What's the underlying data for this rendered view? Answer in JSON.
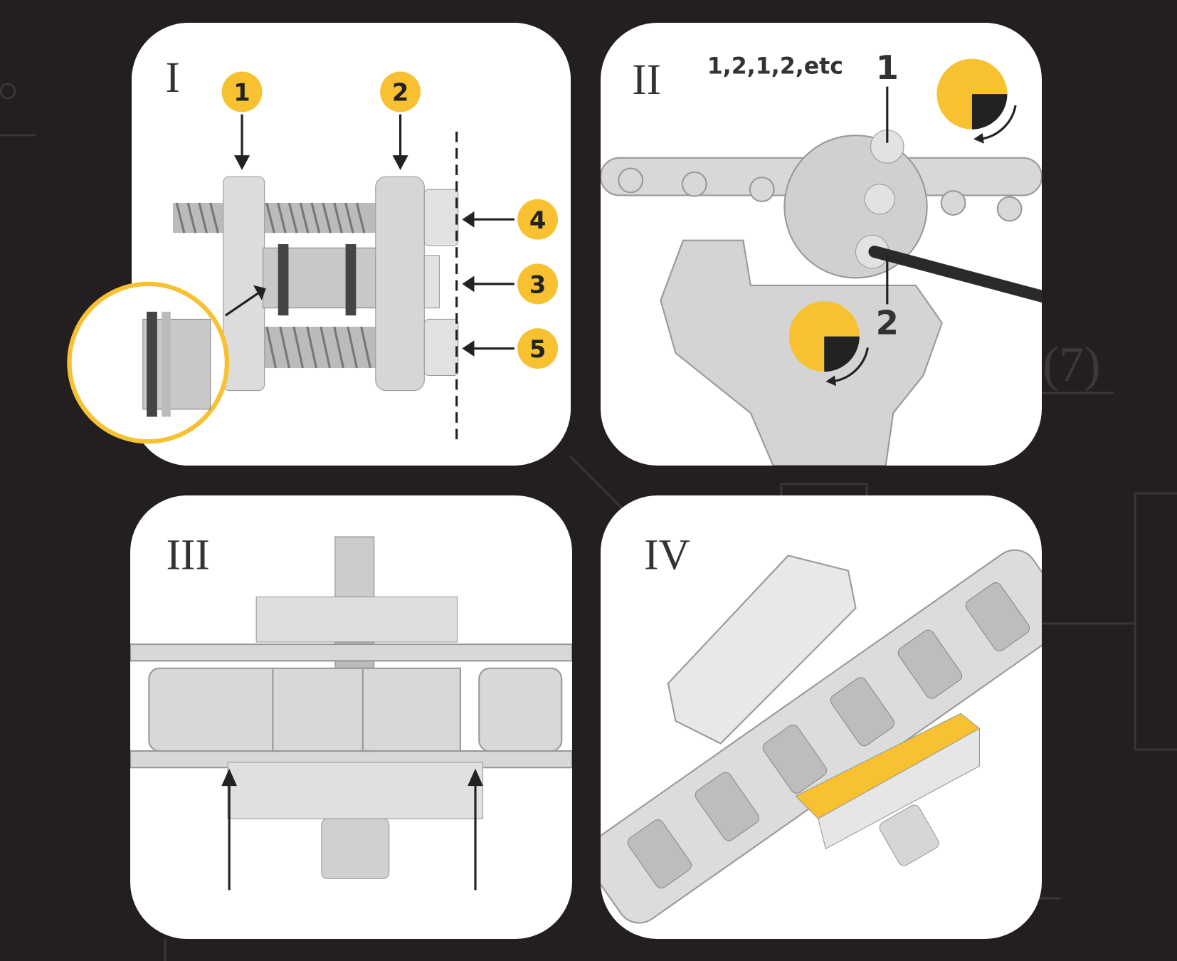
{
  "background": {
    "label": "(7)"
  },
  "colors": {
    "accent": "#f7c132",
    "background": "#231f20",
    "panel": "#ffffff",
    "metal": "#cfcfcf"
  },
  "panels": [
    {
      "numeral": "I",
      "callouts": [
        "1",
        "2",
        "4",
        "3",
        "5"
      ]
    },
    {
      "numeral": "II",
      "sequence": "1,2,1,2,etc",
      "bolts": [
        "1",
        "2"
      ]
    },
    {
      "numeral": "III"
    },
    {
      "numeral": "IV"
    }
  ]
}
